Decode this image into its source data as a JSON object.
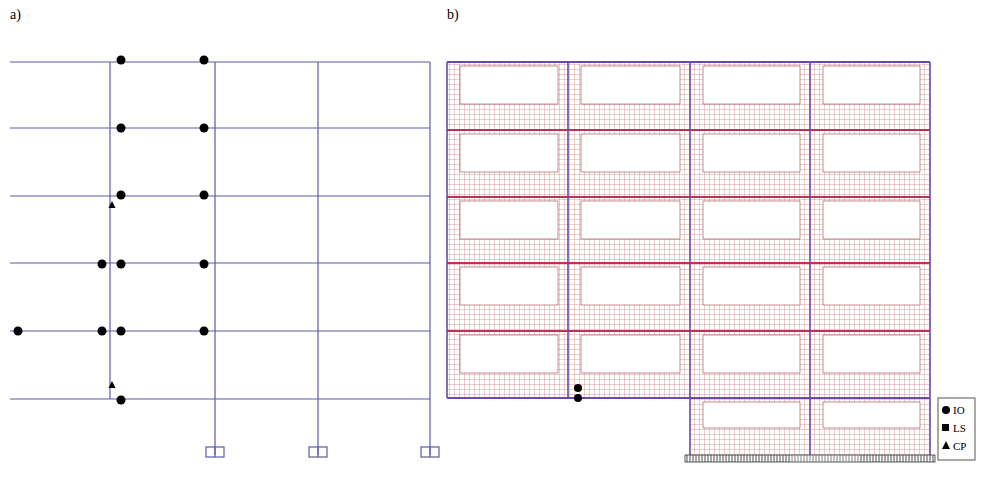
{
  "diagram": {
    "labels": [
      "a)",
      "b)"
    ],
    "legend": [
      {
        "text": "IO"
      },
      {
        "text": "LS"
      },
      {
        "text": "CP"
      }
    ]
  }
}
